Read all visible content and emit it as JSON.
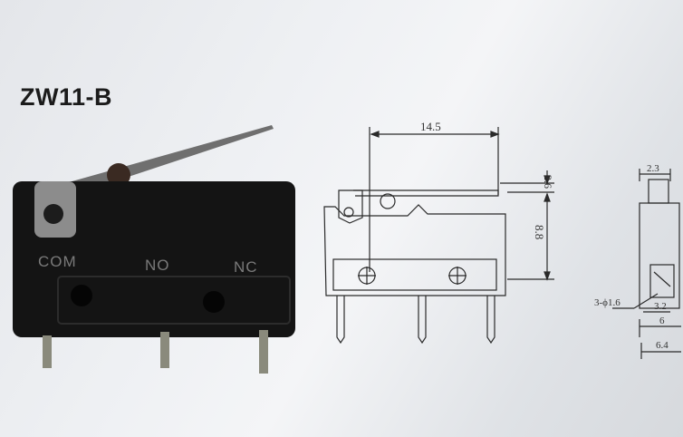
{
  "title": "ZW11-B",
  "photo": {
    "terminal_labels": [
      "COM",
      "NO",
      "NC"
    ],
    "body_color": "#141414",
    "lever_color": "#6f6f6f",
    "roller_color": "#3a2a22"
  },
  "drawing": {
    "line_color": "#2a2a2a",
    "side_view": {
      "overall_length": "14.5",
      "lever_gap": "2.6",
      "height": "8.8"
    },
    "end_view": {
      "top_width": "2.3",
      "hole_callout": "3-ϕ1.6",
      "offset": "3.2",
      "width": "6",
      "overall_width": "6.4"
    }
  }
}
